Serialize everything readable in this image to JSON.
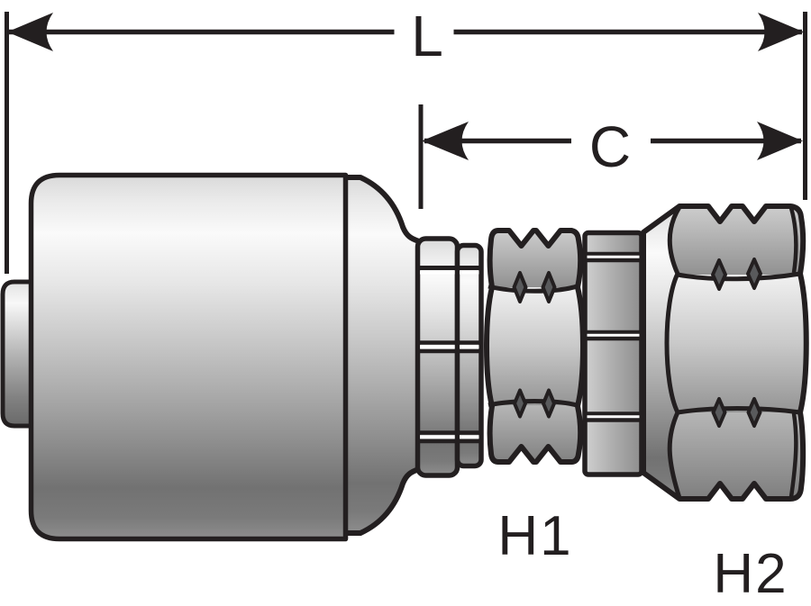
{
  "diagram": {
    "kind": "hose-coupling-dimension-drawing",
    "labels": {
      "overall_length": "L",
      "cutoff_length": "C",
      "hex_1": "H1",
      "hex_2": "H2"
    },
    "colors": {
      "background": "#ffffff",
      "outline": "#231f20",
      "metal_highlight": "#fafafa",
      "metal_midtone": "#afafaf",
      "metal_shadow": "#6f6f6f",
      "diamond_fill": "#595a5c"
    }
  }
}
